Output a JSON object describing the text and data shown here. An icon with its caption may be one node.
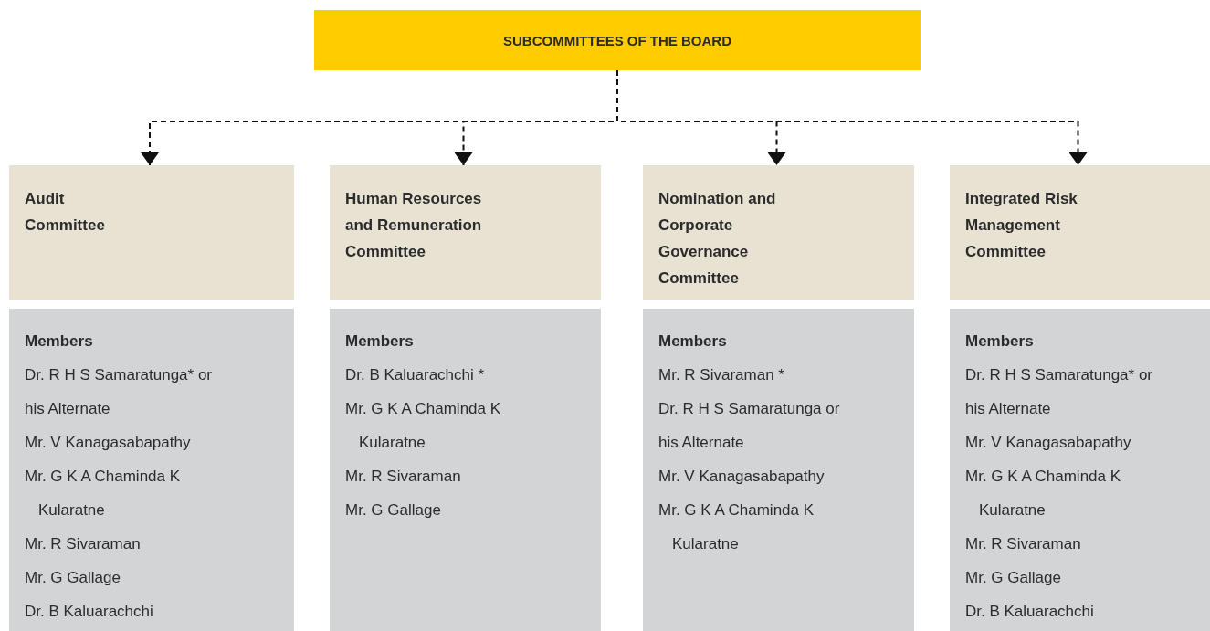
{
  "diagram": {
    "nodes": [
      {
        "text": [
          "SUBCOMMITTEES OF THE BOARD"
        ]
      },
      {
        "text": [
          "Audit Committee"
        ]
      },
      {
        "text": [
          "Human Resources and Remuneration Committee"
        ]
      },
      {
        "text": [
          "Nomination and Corporate Governance Committee"
        ]
      },
      {
        "text": [
          "Integrated Risk Management Committee"
        ]
      },
      {
        "text": [
          "Members",
          "Dr. R H S Samaratunga* or his Alternate",
          "Mr. V Kanagasabapathy",
          "Mr. G K A Chaminda K Kularatne",
          "Mr. R Sivaraman",
          "Mr. G Gallage",
          "Dr. B Kaluarachchi"
        ]
      },
      {
        "text": [
          "Members",
          "Dr. B Kaluarachchi *",
          "Mr. G K A Chaminda K Kularatne",
          "Mr. R Sivaraman",
          "Mr. G Gallage"
        ]
      },
      {
        "text": [
          "Members",
          "Mr. R Sivaraman *",
          "Dr. R H S Samaratunga or his Alternate",
          "Mr. V Kanagasabapathy",
          "Mr. G K A Chaminda K Kularatne"
        ]
      },
      {
        "text": [
          "Members",
          "Dr. R H S Samaratunga* or his Alternate",
          "Mr. V Kanagasabapathy",
          "Mr. G K A Chaminda K Kularatne",
          "Mr. R Sivaraman",
          "Mr. G Gallage",
          "Dr. B Kaluarachchi"
        ]
      }
    ],
    "edges": [
      {
        "from": 0,
        "to": 1,
        "arrow": "to",
        "style": "dashed"
      },
      {
        "from": 0,
        "to": 2,
        "arrow": "to",
        "style": "dashed"
      },
      {
        "from": 0,
        "to": 3,
        "arrow": "to",
        "style": "dashed"
      },
      {
        "from": 0,
        "to": 4,
        "arrow": "to",
        "style": "dashed"
      }
    ]
  }
}
